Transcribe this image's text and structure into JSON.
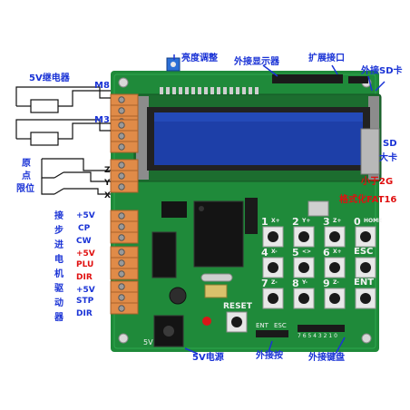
{
  "labels": {
    "brightness": "亮度调整",
    "ext_display": "外接显示器",
    "ext_port": "扩展接口",
    "ext_sd": "外接SD卡",
    "relay": "5V继电器",
    "m8": "M8",
    "m3": "M3",
    "origin_1": "原",
    "origin_2": "点",
    "limit": "限位",
    "axis_z": "Z",
    "axis_y": "Y",
    "axis_x": "X",
    "driver_1": "接",
    "driver_2": "步",
    "driver_3": "进",
    "driver_4": "电",
    "driver_5": "机",
    "driver_6": "驱",
    "driver_7": "动",
    "driver_8": "器",
    "pin_5v_1": "+5V",
    "pin_cp": "CP",
    "pin_cw": "CW",
    "pin_5v_2": "+5V",
    "pin_plu": "PLU",
    "pin_dir_1": "DIR",
    "pin_5v_3": "+5V",
    "pin_stp": "STP",
    "pin_dir_2": "DIR",
    "sd_1": "SD",
    "sd_2": "大卡",
    "sd_size": "小于2G",
    "sd_format": "格式化FAT16",
    "reset": "RESET",
    "pcb_5v": "5V",
    "power": "5V电源",
    "ext_buttons": "外接按",
    "ext_keypad": "外接键盘",
    "ent": "ENT",
    "esc": "ESC",
    "pinnums": "7 6 5 4 3 2 1 0"
  },
  "keys": [
    {
      "main": "1",
      "sub": "X+"
    },
    {
      "main": "2",
      "sub": "Y+"
    },
    {
      "main": "3",
      "sub": "Z+"
    },
    {
      "main": "0",
      "sub": "HOME"
    },
    {
      "main": "4",
      "sub": "X-"
    },
    {
      "main": "5",
      "sub": "<>"
    },
    {
      "main": "6",
      "sub": "X+"
    },
    {
      "main": "ESC",
      "sub": ""
    },
    {
      "main": "7",
      "sub": "Z-"
    },
    {
      "main": "8",
      "sub": "Y-"
    },
    {
      "main": "9",
      "sub": "Z-"
    },
    {
      "main": "ENT",
      "sub": ""
    }
  ],
  "colors": {
    "pcb": "#1f8a3a",
    "lcd": "#1d3fa8",
    "terminal": "#e08b48",
    "annotation": "#1a33d6",
    "warning": "#e01010"
  }
}
